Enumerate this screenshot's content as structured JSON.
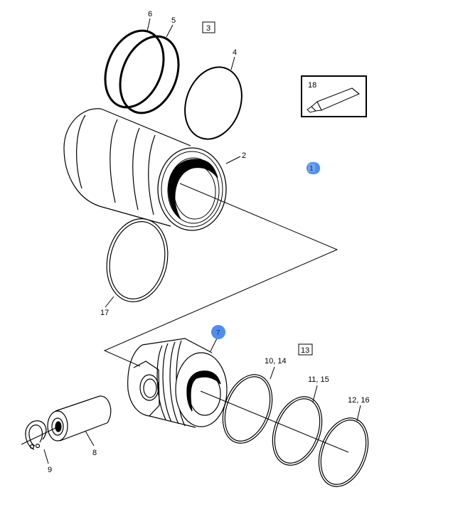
{
  "callouts": {
    "c6": "6",
    "c5": "5",
    "c4": "4",
    "c2": "2",
    "c17": "17",
    "c10_14": "10,  14",
    "c11_15": "11,  15",
    "c12_16": "12,  16",
    "c8": "8",
    "c9": "9",
    "c18": "18"
  },
  "boxed": {
    "b3": "3",
    "b13": "13"
  },
  "highlights": {
    "h1": "1",
    "h7": "7"
  },
  "colors": {
    "highlight": "#4f8ef0",
    "line": "#000000"
  }
}
